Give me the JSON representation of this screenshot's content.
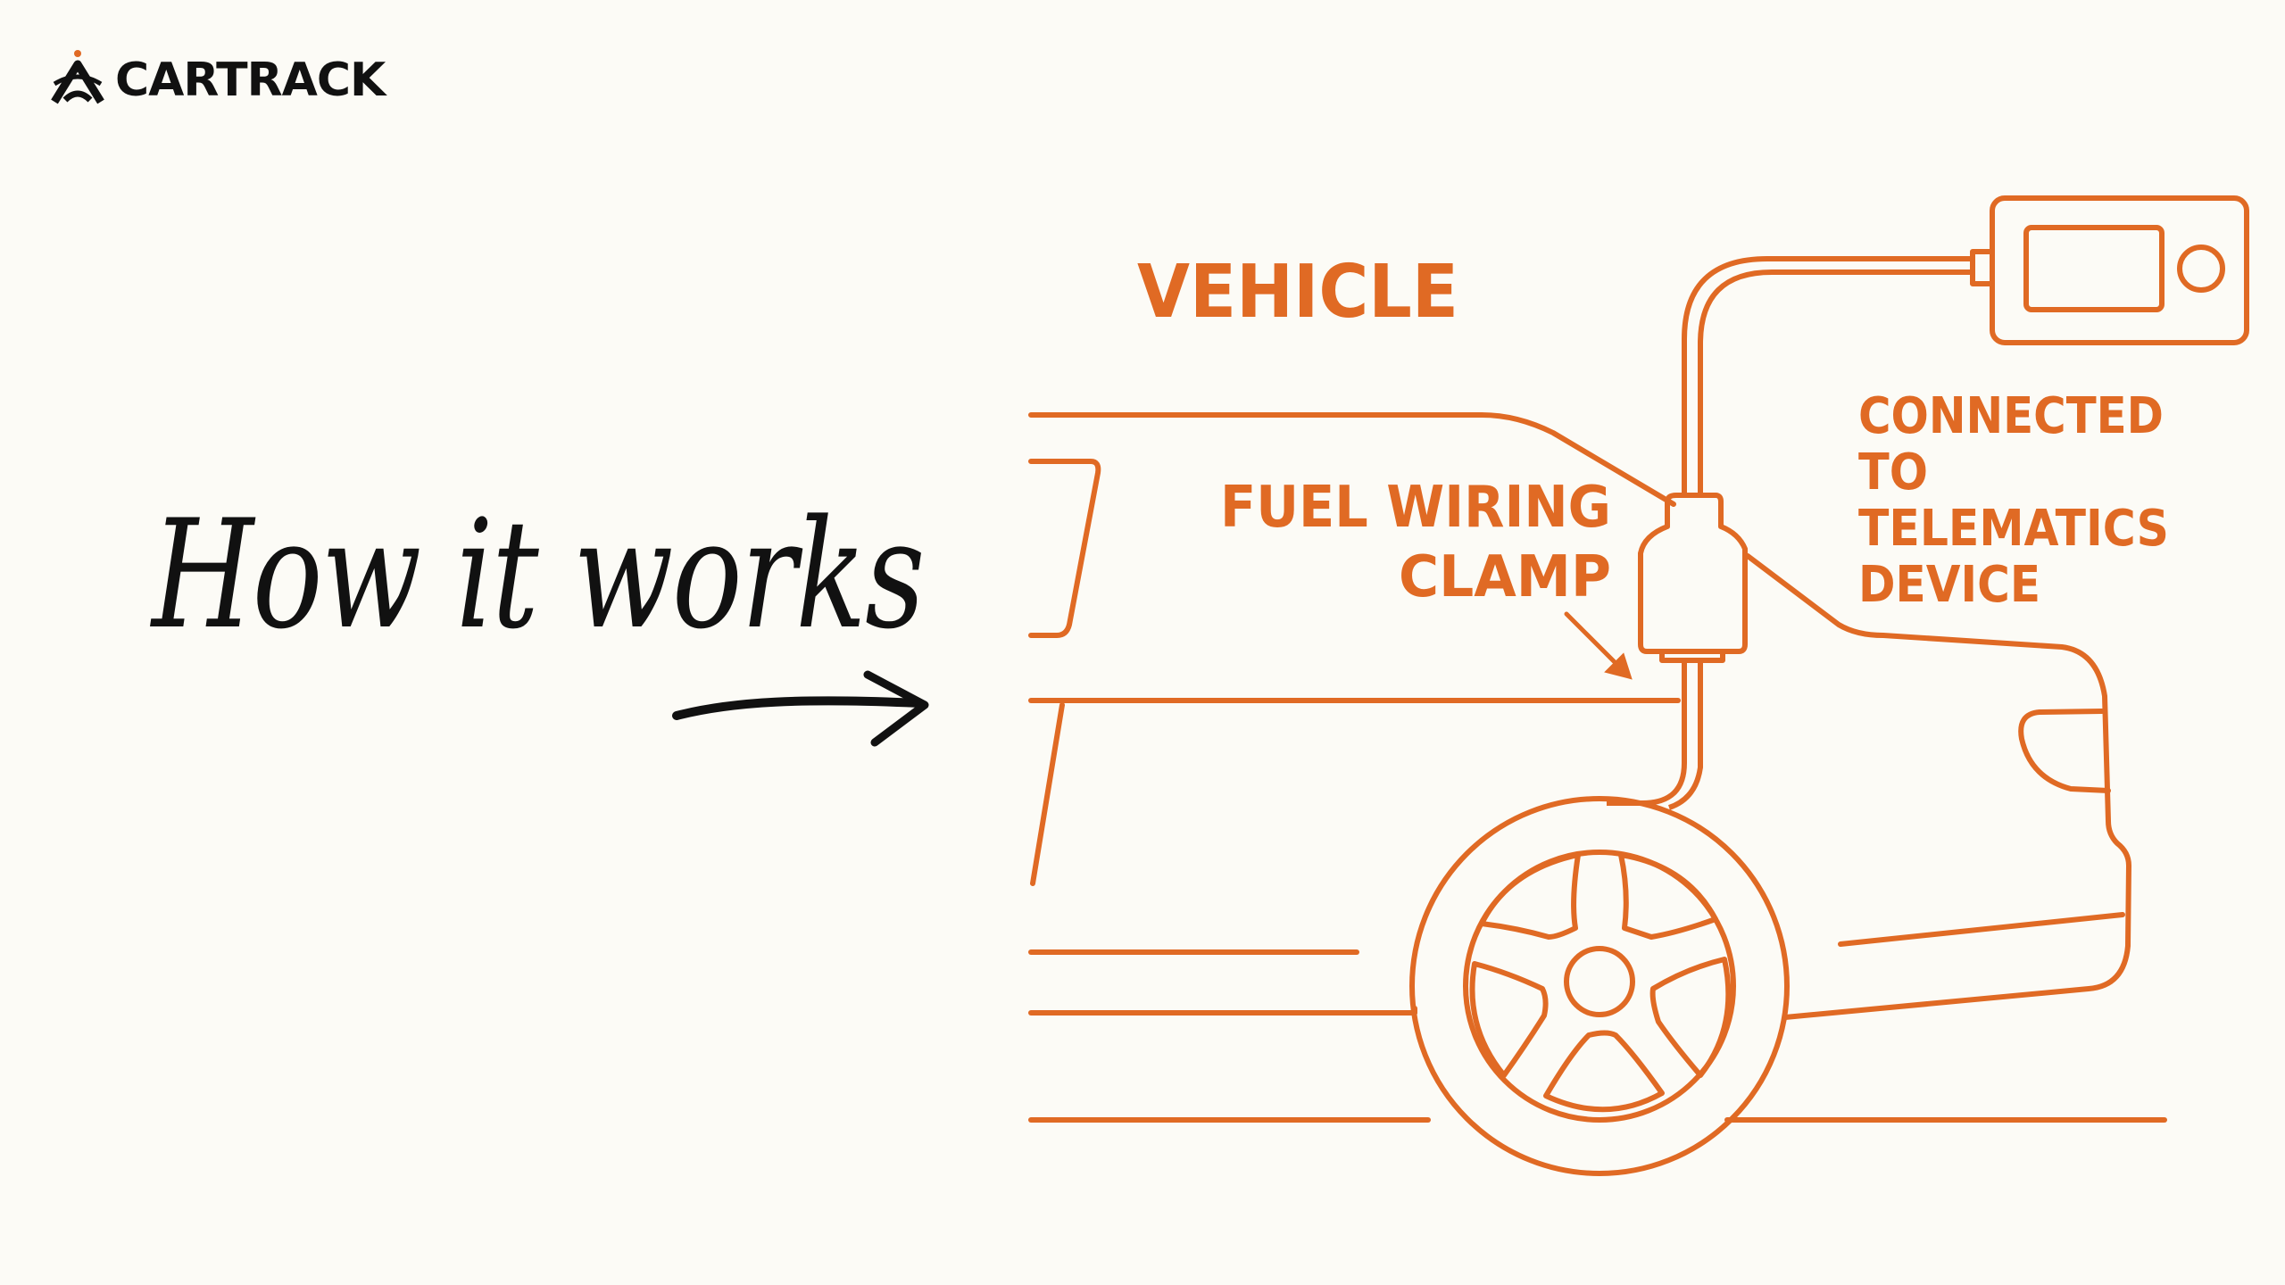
{
  "brand": {
    "name": "CARTRACK",
    "logo_icon": "cartrack-logo-icon",
    "text_color": "#111111"
  },
  "headline": {
    "text": "How it works",
    "arrow_icon": "hand-drawn-arrow-icon"
  },
  "diagram": {
    "accent_color": "#e06a24",
    "background_color": "#fcfbf6",
    "labels": {
      "vehicle": "VEHICLE",
      "clamp_line1": "FUEL WIRING",
      "clamp_line2": "CLAMP",
      "device_line1": "CONNECTED",
      "device_line2": "TO",
      "device_line3": "TELEMATICS",
      "device_line4": "DEVICE"
    },
    "icons": [
      "car-outline-icon",
      "wheel-icon",
      "wiring-clamp-icon",
      "telematics-device-icon",
      "pointer-arrow-icon"
    ]
  }
}
